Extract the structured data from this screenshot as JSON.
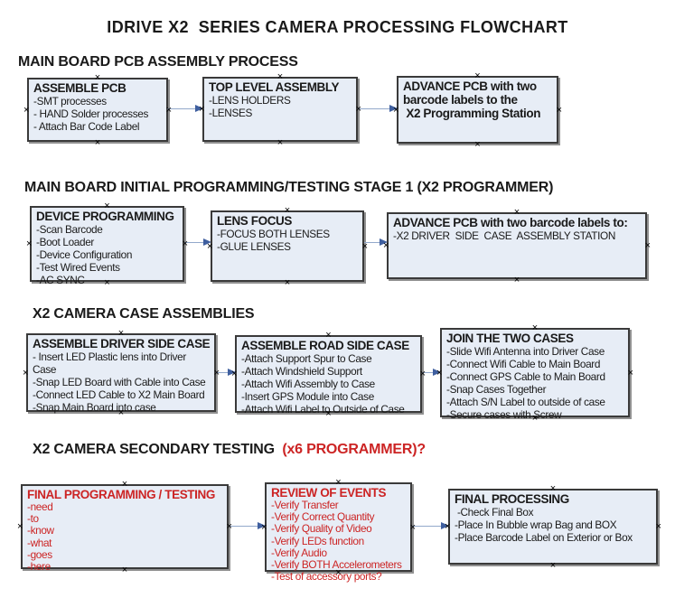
{
  "title": "IDRIVE X2  SERIES CAMERA PROCESSING FLOWCHART",
  "colors": {
    "red": "#cc2424",
    "box_fill": "#e7edf6",
    "box_border": "#3a3a3a",
    "box_shadow": "#909090",
    "arrow_line": "#93a9cb",
    "arrow_head": "#3f5f9f"
  },
  "handle_glyph": "×",
  "sections": [
    {
      "heading": "MAIN BOARD PCB ASSEMBLY PROCESS",
      "boxes": [
        {
          "title": "ASSEMBLE PCB",
          "items": [
            "-SMT processes",
            "- HAND Solder processes",
            "- Attach Bar Code Label"
          ]
        },
        {
          "title": "TOP LEVEL ASSEMBLY",
          "items": [
            "-LENS HOLDERS",
            "-LENSES"
          ]
        },
        {
          "title": "ADVANCE PCB with two\nbarcode labels to the\n X2 Programming Station",
          "items": []
        }
      ]
    },
    {
      "heading": "MAIN BOARD INITIAL PROGRAMMING/TESTING STAGE 1 (X2 PROGRAMMER)",
      "boxes": [
        {
          "title": "DEVICE PROGRAMMING",
          "items": [
            "-Scan Barcode",
            "-Boot Loader",
            "-Device Configuration",
            "-Test Wired Events",
            "-AC SYNC"
          ]
        },
        {
          "title": "LENS FOCUS",
          "items": [
            "-FOCUS BOTH LENSES",
            "-GLUE LENSES"
          ]
        },
        {
          "title": "ADVANCE PCB with two barcode labels to:",
          "items": [
            "-X2 DRIVER  SIDE  CASE  ASSEMBLY STATION"
          ]
        }
      ]
    },
    {
      "heading": "X2 CAMERA CASE ASSEMBLIES",
      "boxes": [
        {
          "title": "ASSEMBLE DRIVER SIDE CASE",
          "items": [
            "- Insert LED Plastic lens into Driver Case",
            "-Snap LED Board with Cable into Case",
            "-Connect LED Cable to X2 Main Board",
            "-Snap Main Board into case"
          ]
        },
        {
          "title": "ASSEMBLE ROAD SIDE CASE",
          "items": [
            "-Attach Support Spur to Case",
            "-Attach Windshield Support",
            "-Attach Wifi Assembly to Case",
            "-Insert GPS Module into Case",
            "-Attach Wifi Label to Outside of Case"
          ]
        },
        {
          "title": "JOIN THE TWO CASES",
          "items": [
            "-Slide Wifi Antenna into Driver Case",
            "-Connect Wifi Cable to Main Board",
            "-Connect GPS Cable to Main Board",
            "-Snap Cases Together",
            "-Attach S/N Label to outside of case",
            "-Secure cases with Screw"
          ]
        }
      ]
    },
    {
      "heading": "X2 CAMERA SECONDARY TESTING ",
      "heading_red": " (x6 PROGRAMMER)?",
      "boxes": [
        {
          "title": "FINAL PROGRAMMING / TESTING",
          "items": [
            "-need",
            "-to",
            "-know",
            "-what",
            "-goes",
            "-here"
          ]
        },
        {
          "title": "REVIEW OF EVENTS",
          "items": [
            "-Verify Transfer",
            "-Verify Correct Quantity",
            "-Verify Quality of Video",
            "-Verify LEDs function",
            "-Verify Audio",
            "-Verify BOTH Accelerometers",
            "-Test of accessory ports?"
          ]
        },
        {
          "title": "FINAL PROCESSING",
          "items": [
            " -Check Final Box",
            "-Place In Bubble wrap Bag and BOX",
            "-Place Barcode Label on Exterior or Box"
          ]
        }
      ]
    }
  ]
}
